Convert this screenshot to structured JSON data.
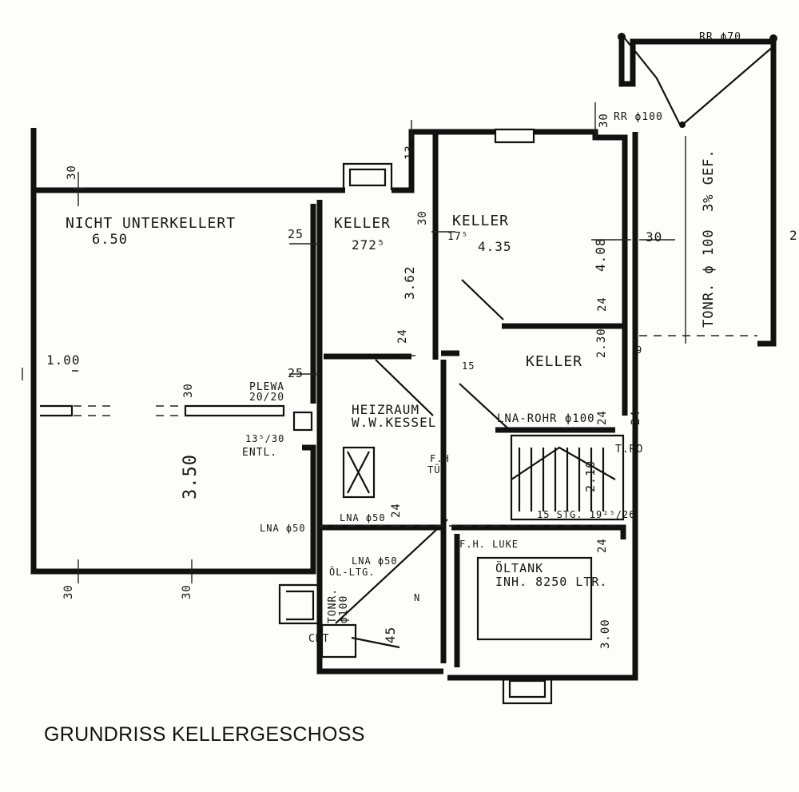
{
  "caption": "GRUNDRISS KELLERGESCHOSS",
  "rooms": {
    "unterkellert": {
      "name": "NICHT UNTERKELLERT",
      "width": "6.50",
      "depth": "3.50",
      "opening": "1.00"
    },
    "keller1": {
      "name": "KELLER",
      "width": "272⁵",
      "depth": "3.62"
    },
    "keller2": {
      "name": "KELLER",
      "width": "4.35",
      "depth": "4.08"
    },
    "keller3": {
      "name": "KELLER",
      "depth": "2.30"
    },
    "heizraum": {
      "name": "HEIZRAUM",
      "sub": "W.W.KESSEL"
    },
    "oltank": {
      "name": "ÖLTANK",
      "sub": "INH. 8250 LTR."
    }
  },
  "labels": {
    "plewa": "PLEWA",
    "plewa_size": "20/20",
    "entl_size": "13⁵/30",
    "entl": "ENTL.",
    "fh_tur_1": "F.H",
    "fh_tur_2": "TÜR",
    "fh_luke": "F.H. LUKE",
    "lna_rohr": "LNA-ROHR ϕ100",
    "lna50_left": "LNA ϕ50",
    "lna50_mid": "LNA ϕ50",
    "lna50_low": "LNA ϕ50",
    "olltg": "ÖL-LTG.",
    "rrd100": "RR ϕ100",
    "rrd70": "RR ϕ70",
    "tonr_right": "TONR. ϕ 100",
    "gefaelle": "3% GEF.",
    "tonr_bottom_1": "TONR.",
    "tonr_bottom_2": "ϕ100",
    "stairs": "15 STG. 19²⁵/26",
    "stairs_len": "2.10",
    "num45": "45",
    "num300": "3.00",
    "n_mark": "N",
    "cht": "CHT",
    "t_mark": "T.RO"
  },
  "dimensions": {
    "d30_topleft": "30",
    "d30_left_bottom": "30",
    "d30_mid_bottom": "30",
    "d30_plewa": "30",
    "d30_keller": "30",
    "d13": "13",
    "d30_topright": "30",
    "d30_right": "30",
    "d25_a": "25",
    "d25_b": "25",
    "d17": "17⁵",
    "d24_a": "24",
    "d24_b": "24",
    "d24_c": "24",
    "d24_d": "24",
    "d24_e": "24",
    "d24_f": "24",
    "d15": "15",
    "d9": "9",
    "d2": "2"
  }
}
